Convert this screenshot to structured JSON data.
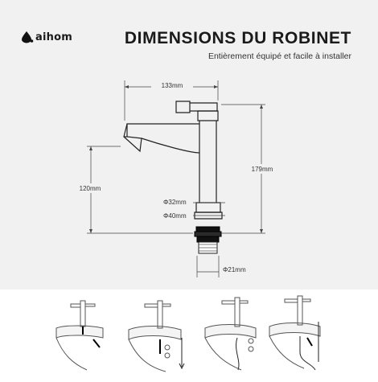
{
  "brand": {
    "name": "aihom",
    "icon": "drop-logo-icon"
  },
  "header": {
    "title": "DIMENSIONS DU ROBINET",
    "subtitle": "Entièrement équipé et facile à installer"
  },
  "dimensions": {
    "top_width": "133mm",
    "total_height": "179mm",
    "spout_height": "120mm",
    "body_diameter": "Φ32mm",
    "base_diameter": "Φ40mm",
    "thread_diameter": "Φ21mm"
  },
  "colors": {
    "background_top": "#f1f1f1",
    "line": "#222222"
  },
  "install_steps": {
    "count_icons": [
      "step-1-icon",
      "step-2-icon",
      "step-3-icon",
      "step-4-icon"
    ]
  }
}
